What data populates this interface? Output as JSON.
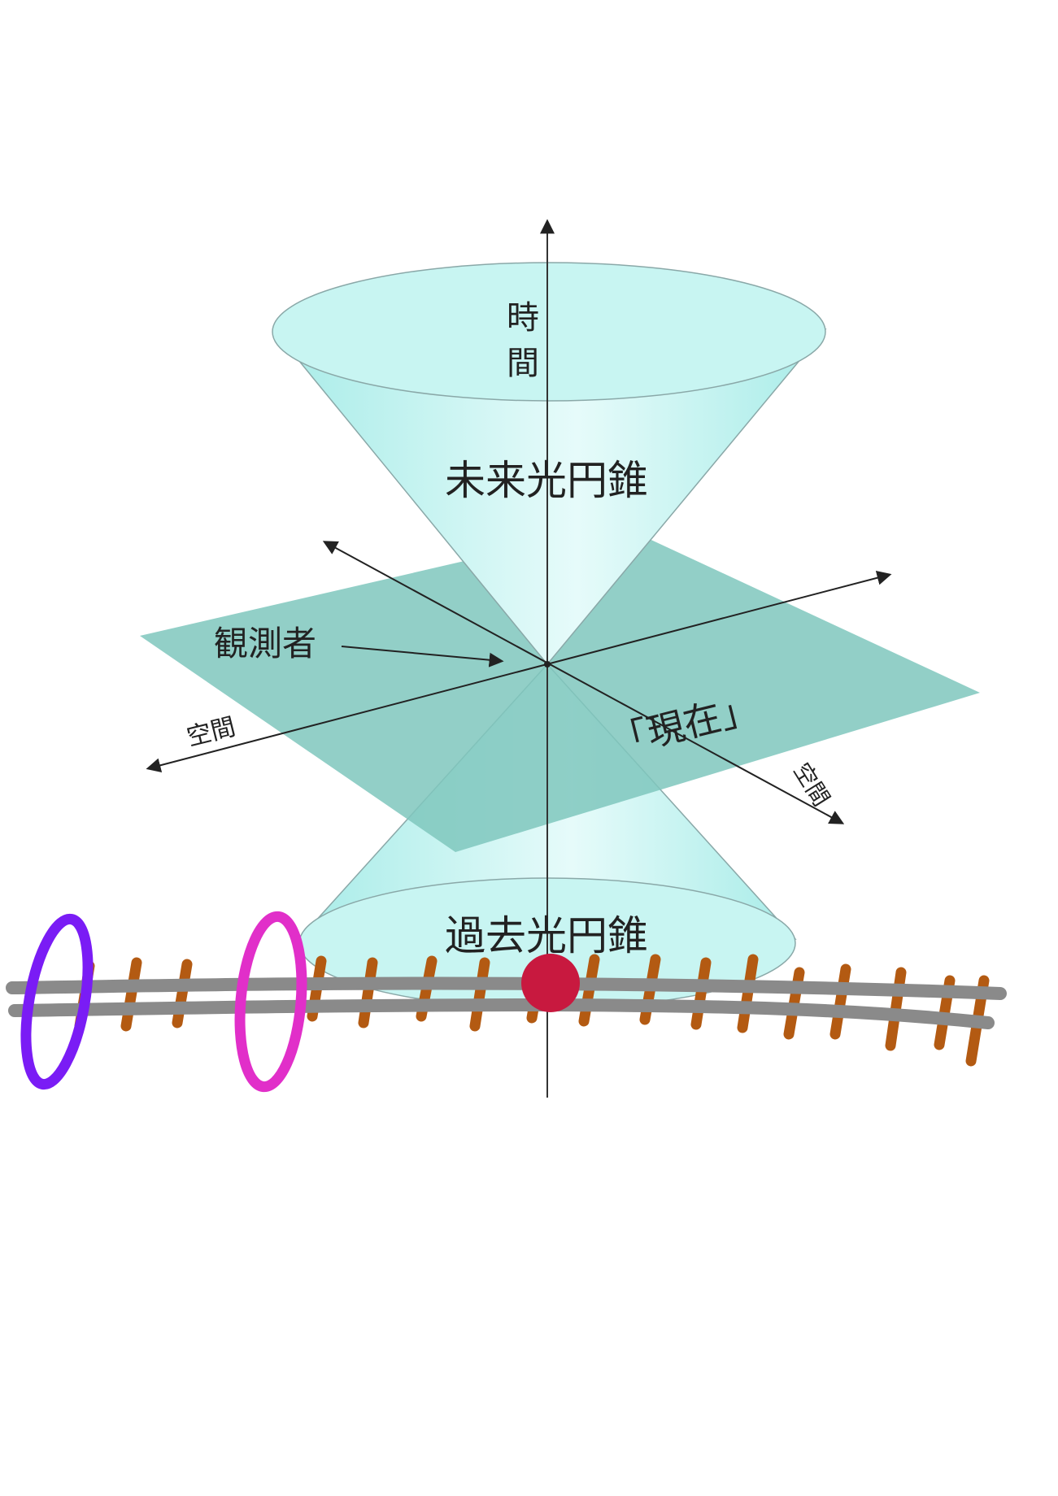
{
  "diagram": {
    "labels": {
      "time_axis_line1": "時",
      "time_axis_line2": "間",
      "future_cone": "未来光円錐",
      "observer": "観測者",
      "space_axis": "空間",
      "present": "「現在」",
      "space_axis_2": "空間",
      "past_cone": "過去光円錐"
    },
    "colors": {
      "cone_fill": "#bff3f0",
      "cone_stroke": "#8aa8a8",
      "plane_fill": "#7fc7bd",
      "axis": "#222222",
      "rail": "#8a8a8a",
      "sleeper": "#b35a12",
      "purple_ring": "#7a1cf5",
      "magenta_ring": "#e12fc9",
      "red_dot": "#c8193f"
    }
  }
}
